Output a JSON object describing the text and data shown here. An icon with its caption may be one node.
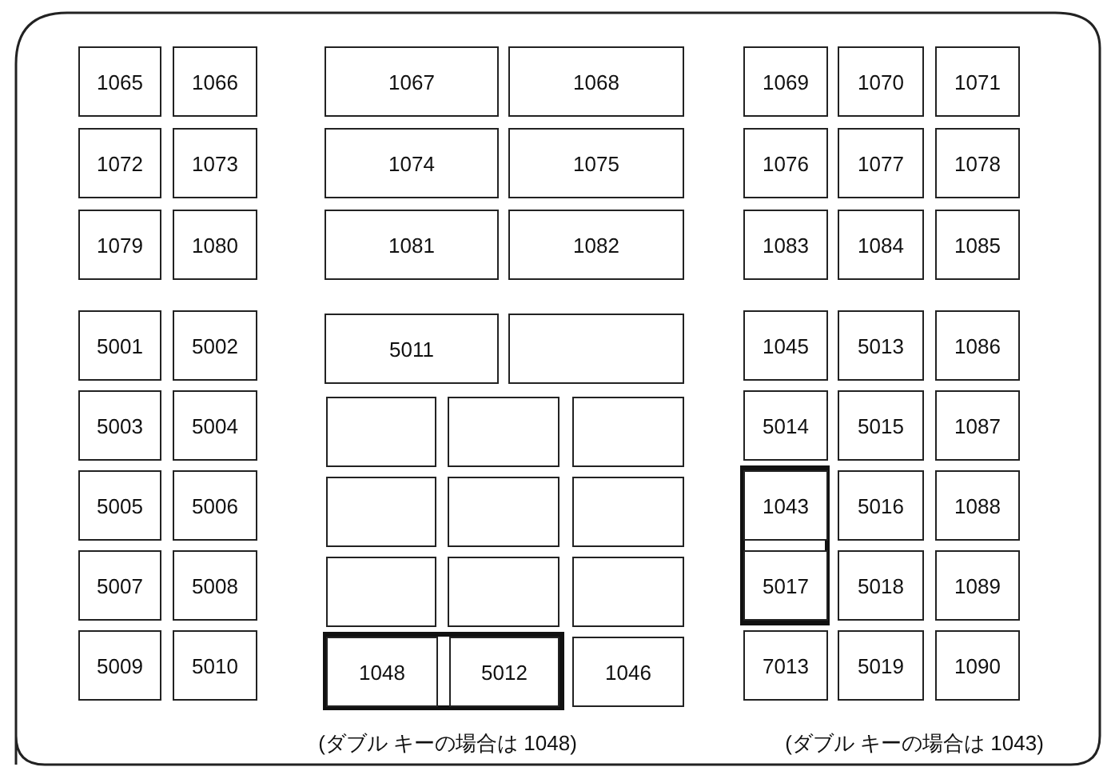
{
  "diagram": {
    "nodes": [
      {
        "text": [
          "1065"
        ]
      },
      {
        "text": [
          "1066"
        ]
      },
      {
        "text": [
          "1067"
        ]
      },
      {
        "text": [
          "1068"
        ]
      },
      {
        "text": [
          "1069"
        ]
      },
      {
        "text": [
          "1070"
        ]
      },
      {
        "text": [
          "1071"
        ]
      },
      {
        "text": [
          "1072"
        ]
      },
      {
        "text": [
          "1073"
        ]
      },
      {
        "text": [
          "1074"
        ]
      },
      {
        "text": [
          "1075"
        ]
      },
      {
        "text": [
          "1076"
        ]
      },
      {
        "text": [
          "1077"
        ]
      },
      {
        "text": [
          "1078"
        ]
      },
      {
        "text": [
          "1079"
        ]
      },
      {
        "text": [
          "1080"
        ]
      },
      {
        "text": [
          "1081"
        ]
      },
      {
        "text": [
          "1082"
        ]
      },
      {
        "text": [
          "1083"
        ]
      },
      {
        "text": [
          "1084"
        ]
      },
      {
        "text": [
          "1085"
        ]
      },
      {
        "text": [
          "5001"
        ]
      },
      {
        "text": [
          "5002"
        ]
      },
      {
        "text": [
          "5011"
        ]
      },
      {
        "text": [],
        "shape": "box"
      },
      {
        "text": [
          "1045"
        ]
      },
      {
        "text": [
          "5013"
        ]
      },
      {
        "text": [
          "1086"
        ]
      },
      {
        "text": [
          "5003"
        ]
      },
      {
        "text": [
          "5004"
        ]
      },
      {
        "text": [],
        "shape": "box"
      },
      {
        "text": [],
        "shape": "box"
      },
      {
        "text": [],
        "shape": "box"
      },
      {
        "text": [
          "5014"
        ]
      },
      {
        "text": [
          "5015"
        ]
      },
      {
        "text": [
          "1087"
        ]
      },
      {
        "text": [
          "5005"
        ]
      },
      {
        "text": [
          "5006"
        ]
      },
      {
        "text": [],
        "shape": "box"
      },
      {
        "text": [],
        "shape": "box"
      },
      {
        "text": [],
        "shape": "box"
      },
      {
        "text": [],
        "shape": "box"
      },
      {
        "text": [
          "1043"
        ],
        "in": 41
      },
      {
        "text": [
          "5016"
        ]
      },
      {
        "text": [
          "1088"
        ]
      },
      {
        "text": [
          "5007"
        ]
      },
      {
        "text": [
          "5008"
        ]
      },
      {
        "text": [],
        "shape": "box"
      },
      {
        "text": [],
        "shape": "box"
      },
      {
        "text": [],
        "shape": "box"
      },
      {
        "text": [
          "5017"
        ],
        "in": 41
      },
      {
        "text": [
          "5018"
        ]
      },
      {
        "text": [
          "1089"
        ]
      },
      {
        "text": [
          "5009"
        ]
      },
      {
        "text": [
          "5010"
        ]
      },
      {
        "text": [],
        "shape": "box"
      },
      {
        "text": [
          "1048"
        ],
        "in": 55
      },
      {
        "text": [
          "5012"
        ],
        "in": 55
      },
      {
        "text": [
          "1046"
        ]
      },
      {
        "text": [
          "7013"
        ]
      },
      {
        "text": [
          "5019"
        ]
      },
      {
        "text": [
          "1090"
        ]
      }
    ],
    "labels": [
      "(ダブル キーの場合は 1048)",
      "(ダブル キーの場合は 1043)"
    ]
  }
}
